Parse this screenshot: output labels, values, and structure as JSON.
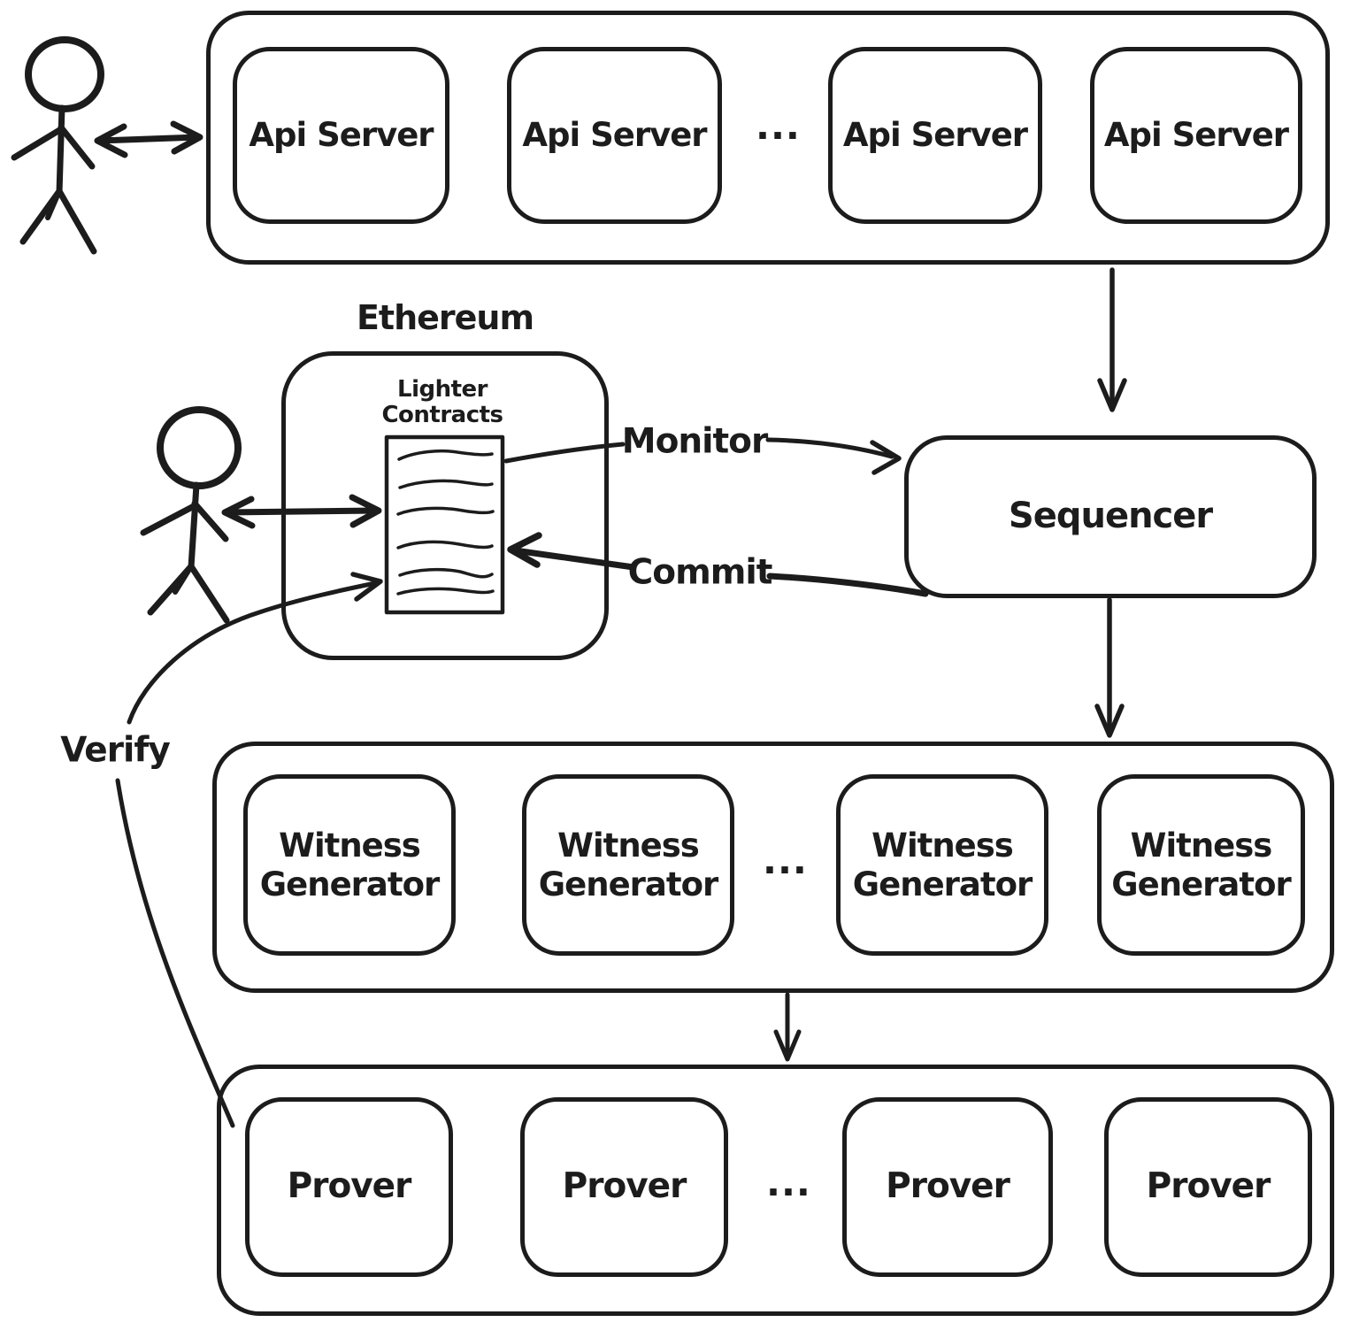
{
  "colors": {
    "ink": "#1c1c1c",
    "background": "#ffffff"
  },
  "api_row": {
    "servers": [
      "Api Server",
      "Api Server",
      "Api Server",
      "Api Server"
    ],
    "ellipsis": "..."
  },
  "ethereum": {
    "title": "Ethereum",
    "contracts_label": "Lighter Contracts"
  },
  "sequencer": {
    "label": "Sequencer"
  },
  "witness_row": {
    "generators": [
      "Witness Generator",
      "Witness Generator",
      "Witness Generator",
      "Witness Generator"
    ],
    "ellipsis": "..."
  },
  "prover_row": {
    "provers": [
      "Prover",
      "Prover",
      "Prover",
      "Prover"
    ],
    "ellipsis": "..."
  },
  "edges": {
    "monitor_label": "Monitor",
    "commit_label": "Commit",
    "verify_label": "Verify"
  },
  "icons": {
    "api_user": "person-icon",
    "ethereum_user": "person-icon",
    "lighter_contracts": "document-icon"
  }
}
